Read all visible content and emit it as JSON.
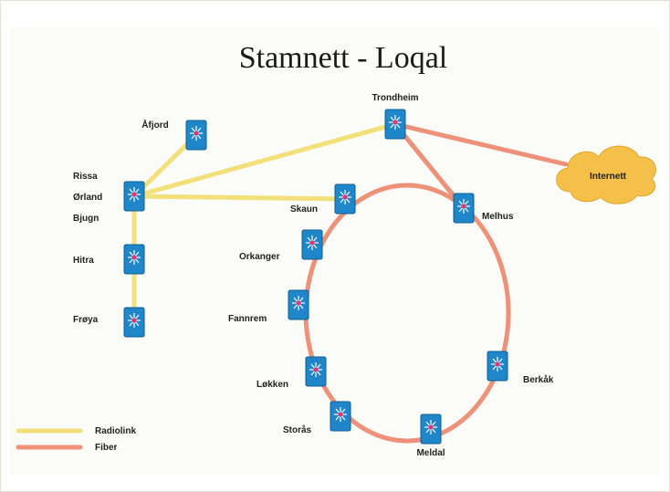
{
  "title": "Stamnett - Loqal",
  "colors": {
    "radiolink": "#f3e07a",
    "fiber": "#ef9078",
    "node": "#1f86c9",
    "cloud": "#f5c04a"
  },
  "nodes": {
    "trondheim": "Trondheim",
    "afjord": "Åfjord",
    "rissa": "Rissa",
    "orland": "Ørland",
    "bjugn": "Bjugn",
    "hitra": "Hitra",
    "froya": "Frøya",
    "skaun": "Skaun",
    "melhus": "Melhus",
    "orkanger": "Orkanger",
    "fannrem": "Fannrem",
    "lokken": "Løkken",
    "storas": "Storås",
    "meldal": "Meldal",
    "berkak": "Berkåk"
  },
  "internet": "Internett",
  "legend": {
    "radiolink": "Radiolink",
    "fiber": "Fiber"
  }
}
